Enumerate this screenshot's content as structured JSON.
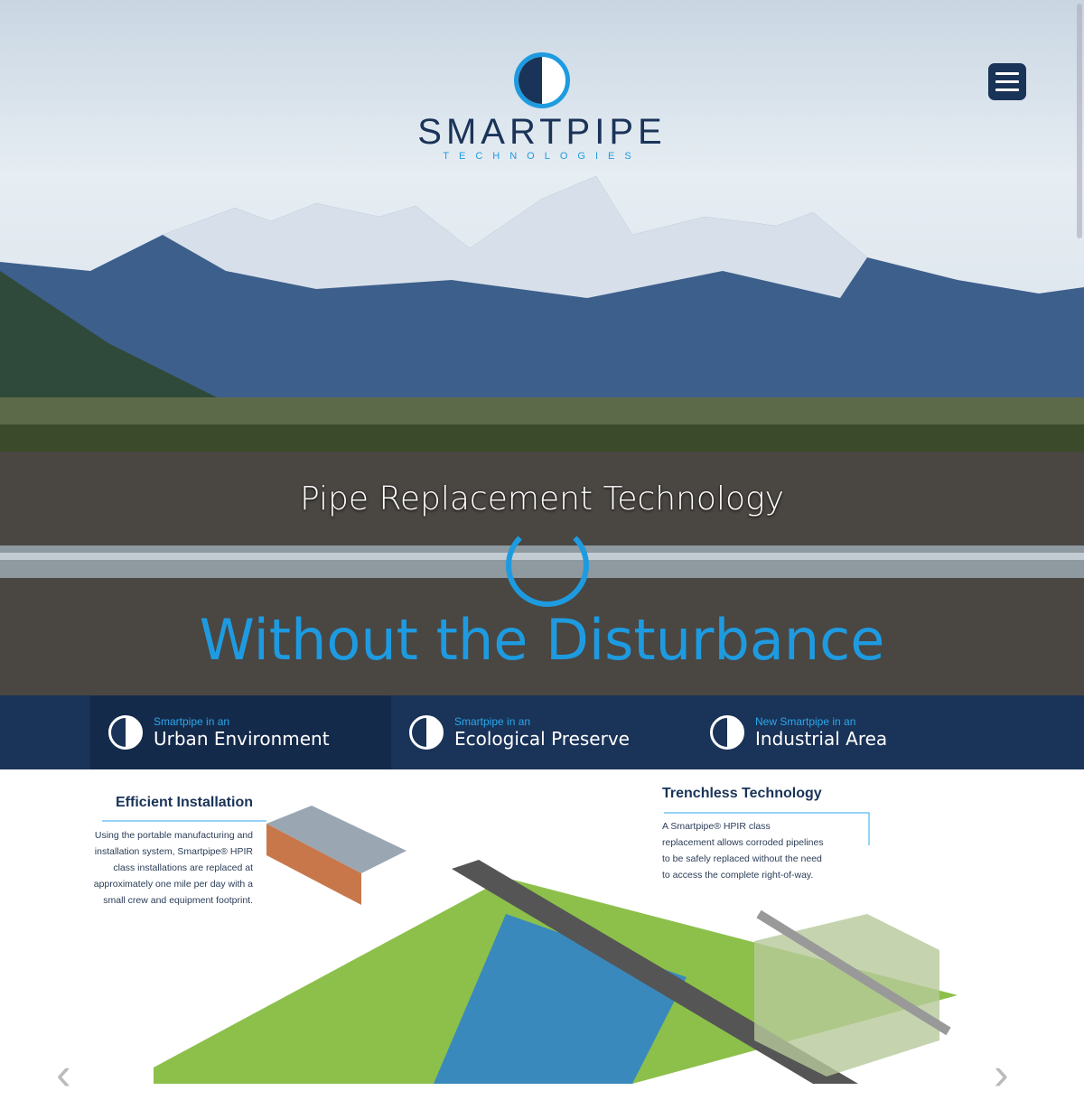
{
  "header": {
    "brand": "SMARTPIPE",
    "brand_sub": "TECHNOLOGIES",
    "menu_icon": "hamburger-icon"
  },
  "hero": {
    "title": "Pipe Replacement Technology",
    "subtitle": "Without the Disturbance"
  },
  "tabs": [
    {
      "small": "Smartpipe in an",
      "label": "Urban Environment"
    },
    {
      "small": "Smartpipe in an",
      "label": "Ecological Preserve"
    },
    {
      "small": "New Smartpipe in an",
      "label": "Industrial Area"
    }
  ],
  "features": {
    "left": {
      "title": "Efficient Installation",
      "text": "Using the portable manufacturing and installation system, Smartpipe® HPIR class installations are replaced at approximately one mile per day with a small crew and equipment footprint."
    },
    "right": {
      "title": "Trenchless Technology",
      "text": "A Smartpipe® HPIR class replacement allows corroded pipelines to be safely replaced without the need to access the complete right-of-way."
    }
  },
  "colors": {
    "navy": "#1a3358",
    "accent": "#1e9be0"
  }
}
